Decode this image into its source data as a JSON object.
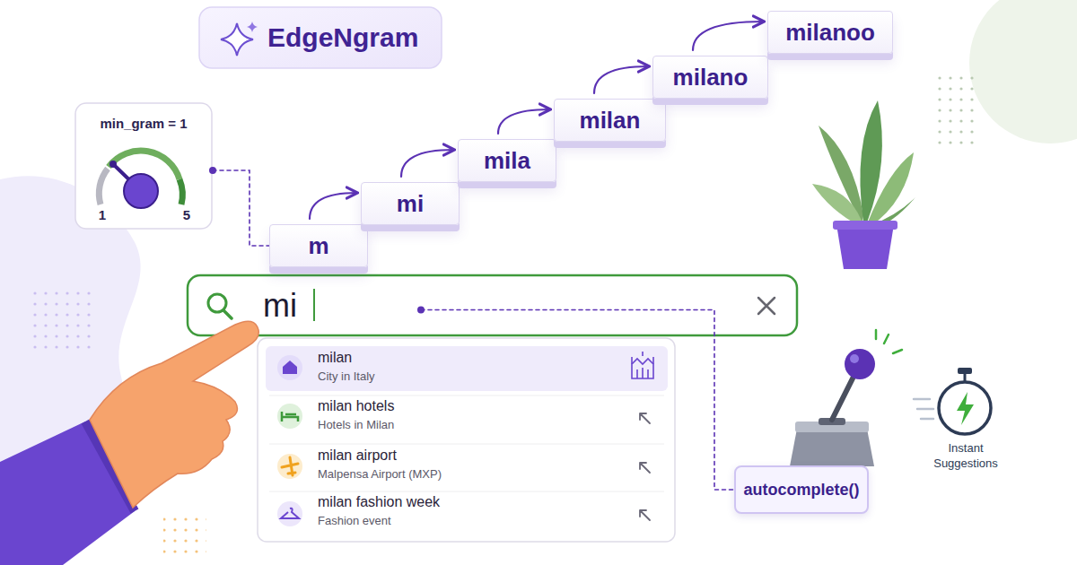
{
  "diagram": {
    "nodes": [
      {
        "text": [
          "EdgeNgram"
        ]
      },
      {
        "text": [
          "min_gram = 1",
          "1",
          "5"
        ]
      },
      {
        "text": [
          "m"
        ]
      },
      {
        "text": [
          "mi"
        ]
      },
      {
        "text": [
          "mila"
        ]
      },
      {
        "text": [
          "milan"
        ]
      },
      {
        "text": [
          "milano"
        ]
      },
      {
        "text": [
          "milanoo"
        ]
      },
      {
        "text": [
          "mi"
        ]
      },
      {
        "text": [
          "milan",
          "City in Italy"
        ]
      },
      {
        "text": [
          "milan hotels",
          "Hotels in Milan"
        ]
      },
      {
        "text": [
          "milan airport",
          "Malpensa Airport (MXP)"
        ]
      },
      {
        "text": [
          "milan fashion week",
          "Fashion event"
        ]
      },
      {
        "text": [
          "autocomplete()"
        ]
      }
    ],
    "edges": [
      {
        "from": 1,
        "to": 2,
        "arrow": "none"
      },
      {
        "from": 2,
        "to": 3,
        "arrow": "to"
      },
      {
        "from": 3,
        "to": 4,
        "arrow": "to"
      },
      {
        "from": 4,
        "to": 5,
        "arrow": "to"
      },
      {
        "from": 5,
        "to": 6,
        "arrow": "to"
      },
      {
        "from": 6,
        "to": 7,
        "arrow": "to"
      },
      {
        "from": 8,
        "to": 13,
        "arrow": "none"
      }
    ],
    "labels": [
      "Instant Suggestions"
    ]
  }
}
